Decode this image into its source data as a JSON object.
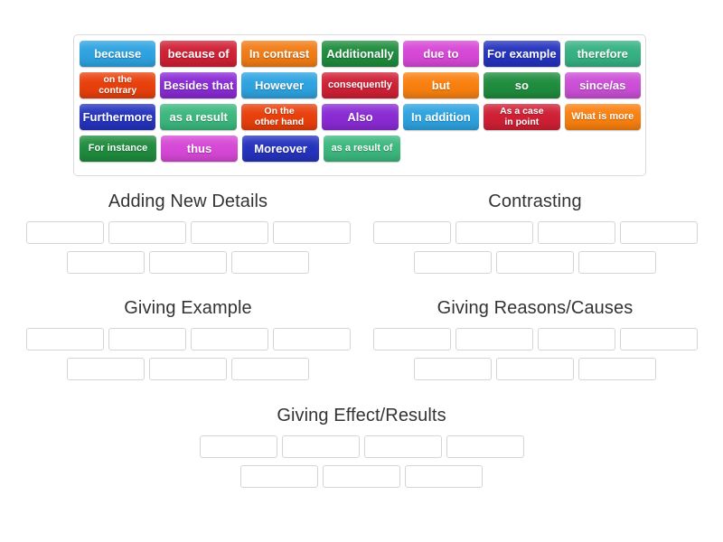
{
  "tile_bank": {
    "name": "word-tile-bank",
    "rows": [
      [
        {
          "label": "because",
          "color": "#2ea3e0",
          "lines": 1
        },
        {
          "label": "because of",
          "color": "#cf2035",
          "lines": 1
        },
        {
          "label": "In contrast",
          "color": "#f17c16",
          "lines": 1
        },
        {
          "label": "Additionally",
          "color": "#1f8c3e",
          "lines": 1
        },
        {
          "label": "due to",
          "color": "#d648d6",
          "lines": 1
        },
        {
          "label": "For example",
          "color": "#2533bd",
          "lines": 1
        },
        {
          "label": "therefore",
          "color": "#36b183",
          "lines": 1
        }
      ],
      [
        {
          "label": "on the\ncontrary",
          "color": "#e8400c",
          "lines": 2
        },
        {
          "label": "Besides that",
          "color": "#8a2bd4",
          "lines": 1
        },
        {
          "label": "However",
          "color": "#2ea3e0",
          "lines": 1
        },
        {
          "label": "consequently",
          "color": "#cf2035",
          "lines": 1,
          "small": true
        },
        {
          "label": "but",
          "color": "#f98010",
          "lines": 1
        },
        {
          "label": "so",
          "color": "#1f8c3e",
          "lines": 1
        },
        {
          "label": "since/as",
          "color": "#cb4fd6",
          "lines": 1
        }
      ],
      [
        {
          "label": "Furthermore",
          "color": "#2533bd",
          "lines": 1
        },
        {
          "label": "as a result",
          "color": "#3cb87e",
          "lines": 1
        },
        {
          "label": "On the\nother hand",
          "color": "#e8400c",
          "lines": 2
        },
        {
          "label": "Also",
          "color": "#8a2bd4",
          "lines": 1
        },
        {
          "label": "In addition",
          "color": "#2ea3e0",
          "lines": 1
        },
        {
          "label": "As a case\nin point",
          "color": "#cf2035",
          "lines": 2
        },
        {
          "label": "What is more",
          "color": "#f98010",
          "lines": 1,
          "small": true
        }
      ],
      [
        {
          "label": "For instance",
          "color": "#1f8c3e",
          "lines": 1,
          "small": true
        },
        {
          "label": "thus",
          "color": "#d648d6",
          "lines": 1
        },
        {
          "label": "Moreover",
          "color": "#2533bd",
          "lines": 1
        },
        {
          "label": "as a result of",
          "color": "#3cb87e",
          "lines": 1,
          "small": true
        }
      ]
    ]
  },
  "categories": [
    {
      "title": "Adding New Details",
      "slots_row1": 4,
      "slots_row2": 3
    },
    {
      "title": "Contrasting",
      "slots_row1": 4,
      "slots_row2": 3
    },
    {
      "title": "Giving Example",
      "slots_row1": 4,
      "slots_row2": 3
    },
    {
      "title": "Giving Reasons/Causes",
      "slots_row1": 4,
      "slots_row2": 3
    },
    {
      "title": "Giving Effect/Results",
      "slots_row1": 4,
      "slots_row2": 3
    }
  ],
  "colors": {
    "blue": "#2ea3e0",
    "crimson": "#cf2035",
    "orange": "#f98010",
    "orange_red": "#e8400c",
    "green": "#1f8c3e",
    "sea_green": "#3cb87e",
    "purple": "#8a2bd4",
    "magenta": "#d648d6",
    "dark_blue": "#2533bd",
    "slot_border": "#d5d5d5",
    "bank_border": "#dadada",
    "title_text": "#333333"
  }
}
